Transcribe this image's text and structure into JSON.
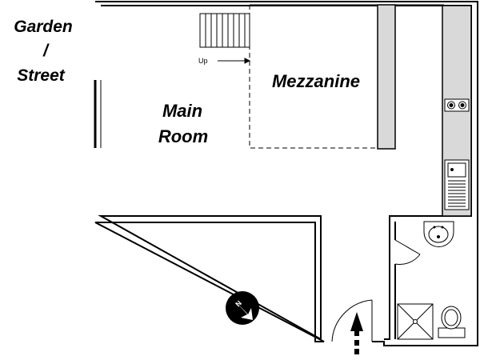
{
  "labels": {
    "garden_line1": "Garden",
    "garden_line2": "/",
    "garden_line3": "Street",
    "main_room_line1": "Main",
    "main_room_line2": "Room",
    "mezzanine": "Mezzanine",
    "stairs_up": "Up"
  },
  "icons": {
    "compass": "north-compass-icon",
    "entrance": "entrance-arrow-icon",
    "hob": "hob-icon",
    "sink": "kitchen-sink-icon",
    "basin": "wash-basin-icon",
    "shower": "shower-icon",
    "toilet": "toilet-icon"
  },
  "colors": {
    "wall": "#000000",
    "wall_fill": "#ffffff",
    "counter_fill": "#d9d9d9"
  }
}
